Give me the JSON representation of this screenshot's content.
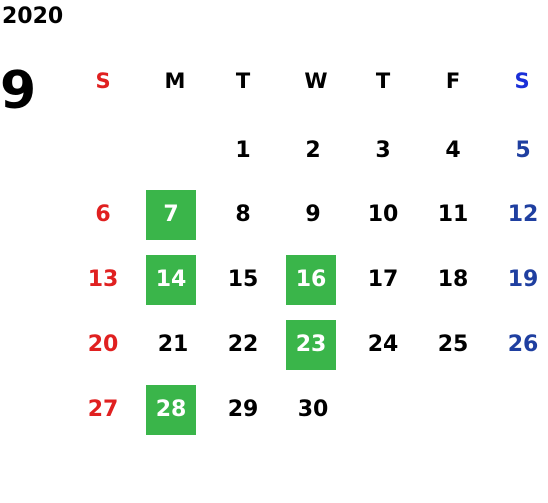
{
  "calendar": {
    "year": "2020",
    "month": "9",
    "weekdays": [
      "S",
      "M",
      "T",
      "W",
      "T",
      "F",
      "S"
    ],
    "weeks": [
      [
        "",
        "",
        "1",
        "2",
        "3",
        "4",
        "5"
      ],
      [
        "6",
        "7",
        "8",
        "9",
        "10",
        "11",
        "12"
      ],
      [
        "13",
        "14",
        "15",
        "16",
        "17",
        "18",
        "19"
      ],
      [
        "20",
        "21",
        "22",
        "23",
        "24",
        "25",
        "26"
      ],
      [
        "27",
        "28",
        "29",
        "30",
        "",
        "",
        ""
      ]
    ],
    "highlighted_days": [
      "7",
      "14",
      "16",
      "23",
      "28"
    ]
  },
  "colors": {
    "sunday": "#e02020",
    "saturday": "#1f3fa0",
    "highlight": "#3ab54a"
  }
}
